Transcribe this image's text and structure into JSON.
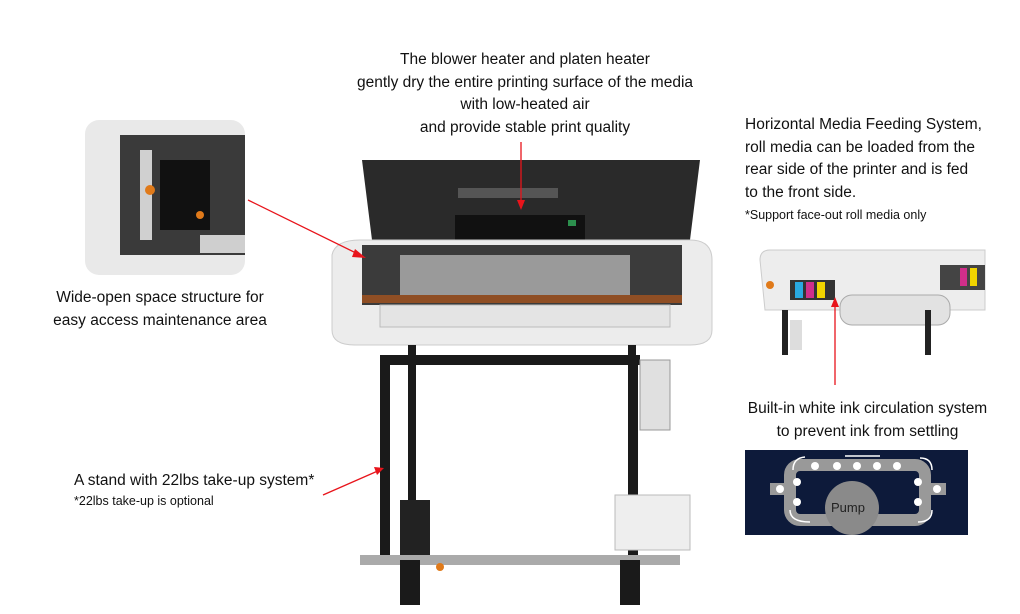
{
  "captions": {
    "heater": [
      "The blower heater and platen heater",
      "gently dry the entire printing surface of the media",
      "with low-heated air",
      "and provide stable print quality"
    ],
    "feeding": [
      "Horizontal Media Feeding System,",
      "roll media can be loaded from the",
      "rear side of the printer and is fed",
      "to the front side."
    ],
    "feeding_note": "*Support face-out roll media only",
    "maintenance": [
      "Wide-open space structure for",
      "easy access maintenance area"
    ],
    "stand": "A stand with 22lbs take-up system*",
    "stand_note": "*22lbs take-up is optional",
    "ink": [
      "Built-in white ink circulation system",
      "to prevent ink from settling"
    ]
  },
  "pump_label": "Pump",
  "colors": {
    "arrow": "#e8141b",
    "pump_bg": "#0d1a3a",
    "printer_body": "#eeeeee",
    "cover": "#2a2a2a"
  }
}
